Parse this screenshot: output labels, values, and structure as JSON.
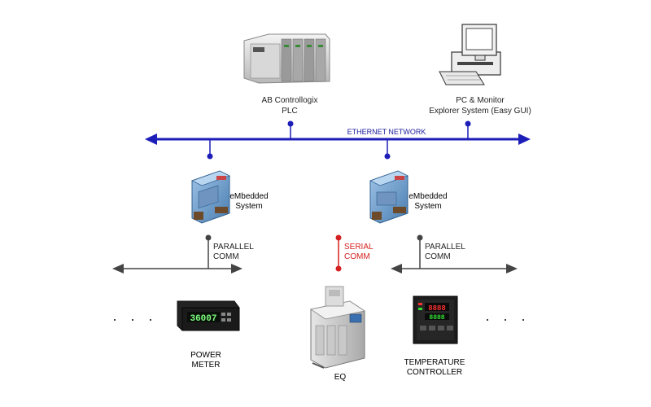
{
  "plc": {
    "line1": "AB Controllogix",
    "line2": "PLC"
  },
  "pc": {
    "line1": "PC & Monitor",
    "line2": "Explorer System (Easy GUI)"
  },
  "network": {
    "label": "ETHERNET NETWORK"
  },
  "embedded_left": {
    "line1": "eMbedded",
    "line2": "System"
  },
  "embedded_right": {
    "line1": "eMbedded",
    "line2": "System"
  },
  "comm_left": {
    "line1": "PARALLEL",
    "line2": "COMM"
  },
  "comm_serial": {
    "line1": "SERIAL",
    "line2": "COMM"
  },
  "comm_right": {
    "line1": "PARALLEL",
    "line2": "COMM"
  },
  "power_meter": {
    "line1": "POWER",
    "line2": "METER",
    "display": "36007"
  },
  "eq": {
    "label": "EQ"
  },
  "temp_controller": {
    "line1": "TEMPERATURE",
    "line2": "CONTROLLER"
  },
  "ellipsis_left": ". . .",
  "ellipsis_right": ". . .",
  "colors": {
    "network": "#1d1db8",
    "serial": "#d42020",
    "bus": "#444444"
  }
}
